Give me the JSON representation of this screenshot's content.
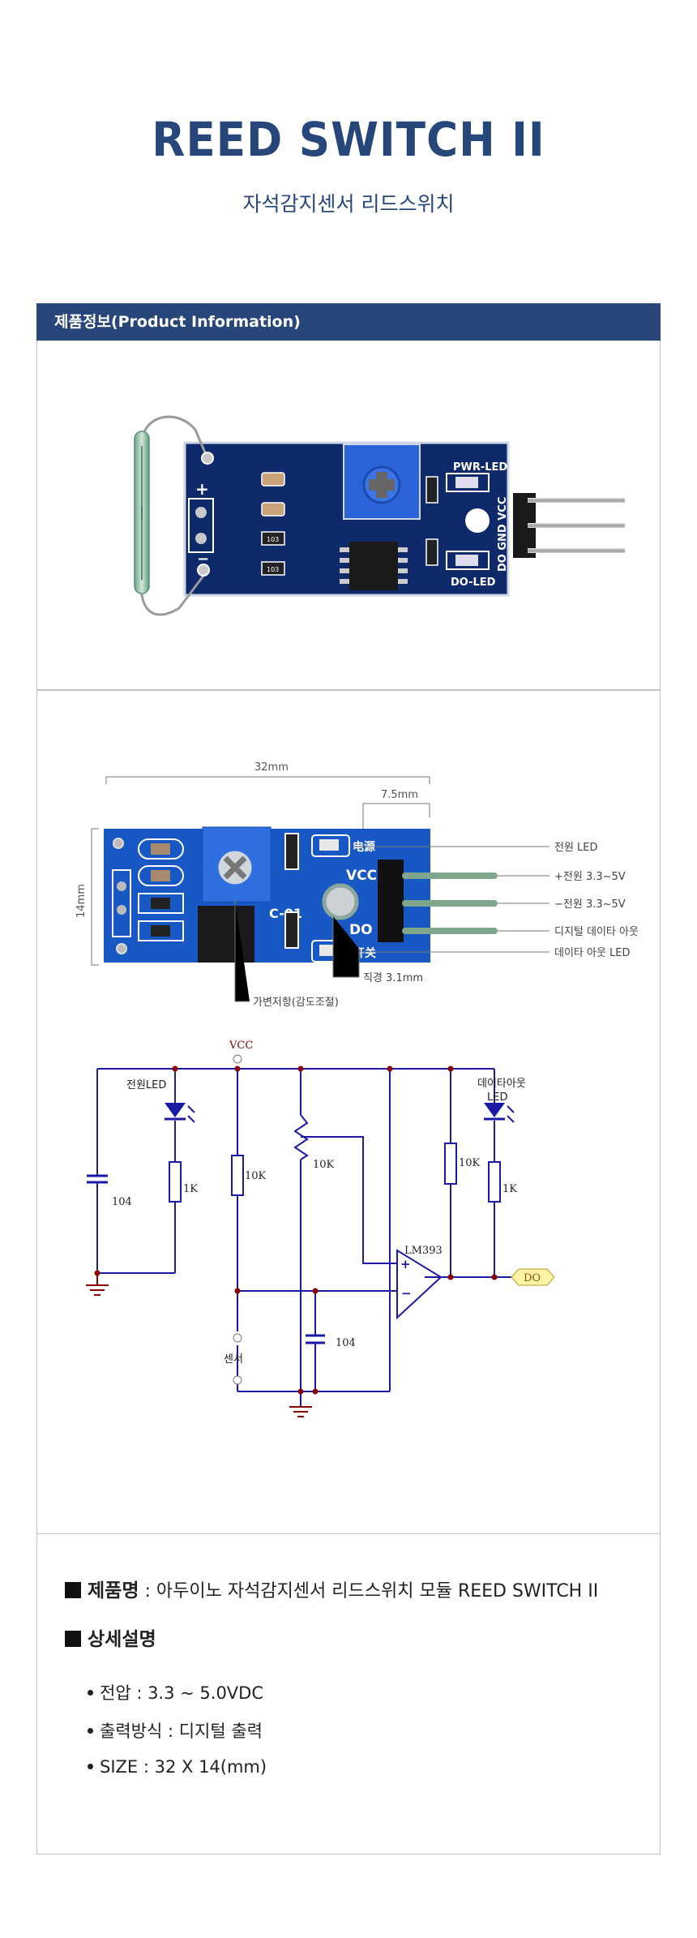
{
  "hero": {
    "title": "REED SWITCH II",
    "subtitle": "자석감지센서 리드스위치"
  },
  "colors": {
    "brand_navy": "#27467a",
    "pcb_dark": "#0e2a6b",
    "pcb_bright": "#1858c4",
    "schematic_wire": "#1a1aa6",
    "schematic_node": "#8b0000",
    "do_tag": "#fff3a6"
  },
  "product_info": {
    "header": "제품정보(Product Information)",
    "board_photo": {
      "silkscreen": {
        "pwr_led": "PWR-LED",
        "do_led": "DO-LED",
        "pins": "DO GND VCC",
        "plus": "+",
        "minus": "−",
        "resistor_code": "103"
      }
    },
    "dimension_diagram": {
      "width_label": "32mm",
      "height_label": "14mm",
      "offset_label": "7.5mm",
      "hole_label": "직경 3.1mm",
      "pot_label": "가변저항(감도조절)",
      "board_text": {
        "power_cn": "电源",
        "switch_cn": "开关",
        "vcc": "VCC",
        "do": "DO",
        "model": "C-01"
      },
      "callouts": [
        "전원 LED",
        "+전원 3.3~5V",
        "−전원 3.3~5V",
        "디지털 데이타 아웃",
        "데이타 아웃 LED"
      ]
    },
    "schematic": {
      "vcc_label": "VCC",
      "power_led_label": "전원LED",
      "data_led_label_line1": "데이타아웃",
      "data_led_label_line2": "LED",
      "sensor_label": "센서",
      "ic_label": "LM393",
      "output_tag": "DO",
      "c1": "104",
      "c2": "104",
      "r_led1": "1K",
      "r_led2": "1K",
      "r_pullup_sensor": "10K",
      "r_pot": "10K",
      "r_pullup_out": "10K",
      "plus": "+",
      "minus": "−"
    },
    "details": {
      "name_label": "제품명",
      "name_sep": " : ",
      "name_value": "아두이노 자석감지센서 리드스위치 모듈 REED SWITCH II",
      "desc_label": "상세설명",
      "specs": [
        "전압 : 3.3 ~ 5.0VDC",
        "출력방식 : 디지털 출력",
        "SIZE : 32 X 14(mm)"
      ]
    }
  }
}
